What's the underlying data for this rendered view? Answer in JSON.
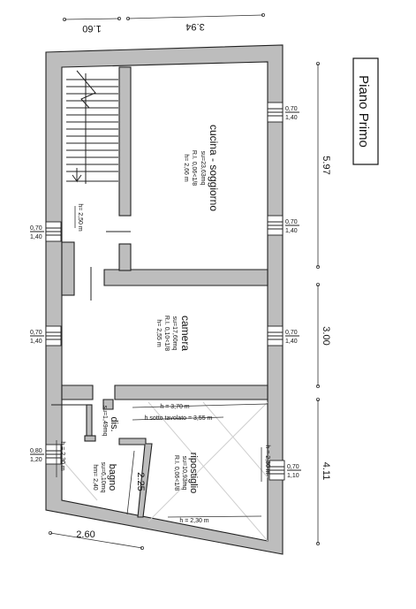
{
  "title": "Piano Primo",
  "rooms": {
    "cucina": {
      "name": "cucina - soggiorno",
      "area": "su=23,63mq",
      "ri": "R.I. 0,06<1/8",
      "height": "h= 2,66 m"
    },
    "camera": {
      "name": "camera",
      "area": "su=17,60mq",
      "ri": "R.I. 0,10<1/8",
      "height": "h= 2,55 m"
    },
    "dis": {
      "name": "dis.",
      "area": "su=1,49mq"
    },
    "bagno": {
      "name": "bagno",
      "area": "su=6,10mq",
      "height": "hm= 2,40"
    },
    "ripostiglio": {
      "name": "ripostiglio",
      "area": "su=10,93mq",
      "ri": "R.I. 0,06<1/8"
    }
  },
  "heights": {
    "corridor": "h= 2,50 m",
    "top": "h = 3,70 m",
    "sotto_tavolato": "h sotto tavolato = 3,55 m",
    "bagno_left": "h = 2,30 m",
    "rip_right": "h = 2,30 m",
    "bottom": "h = 2,30 m"
  },
  "windows": {
    "right1": {
      "w": "0,70",
      "h": "1,40"
    },
    "right2": {
      "w": "0,70",
      "h": "1,40"
    },
    "right3": {
      "w": "0,70",
      "h": "1,40"
    },
    "right4": {
      "w": "0,70",
      "h": "1,10"
    },
    "left1": {
      "w": "0,70",
      "h": "1,40"
    },
    "left2": {
      "w": "0,70",
      "h": "1,40"
    },
    "left3": {
      "w": "0,80",
      "h": "1,20"
    }
  },
  "dims": {
    "top_left": "1.60",
    "top_right": "3.94",
    "right1": "5.97",
    "right2": "3.00",
    "right3": "4.11",
    "bottom": "2.60",
    "inner": "2.25"
  }
}
